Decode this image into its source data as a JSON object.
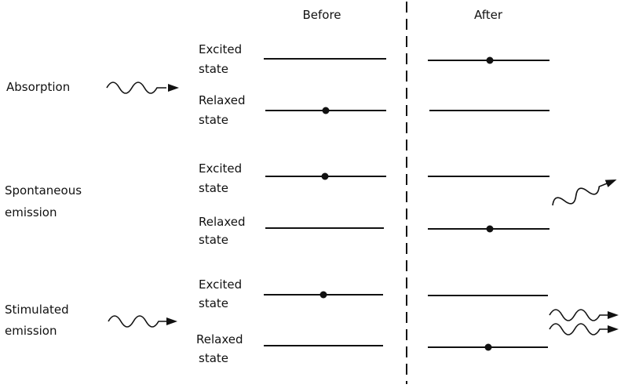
{
  "headers": {
    "before": "Before",
    "after": "After"
  },
  "processes": [
    {
      "name": "Absorption",
      "levels": [
        {
          "label_line1": "Excited",
          "label_line2": "state",
          "before_electron": false,
          "after_electron": true
        },
        {
          "label_line1": "Relaxed",
          "label_line2": "state",
          "before_electron": true,
          "after_electron": false
        }
      ],
      "photons_in": 1,
      "photons_out": 0
    },
    {
      "name_line1": "Spontaneous",
      "name_line2": "emission",
      "levels": [
        {
          "label_line1": "Excited",
          "label_line2": "state",
          "before_electron": true,
          "after_electron": false
        },
        {
          "label_line1": "Relaxed",
          "label_line2": "state",
          "before_electron": false,
          "after_electron": true
        }
      ],
      "photons_in": 0,
      "photons_out": 1
    },
    {
      "name_line1": "Stimulated",
      "name_line2": "emission",
      "levels": [
        {
          "label_line1": "Excited",
          "label_line2": "state",
          "before_electron": true,
          "after_electron": false
        },
        {
          "label_line1": "Relaxed",
          "label_line2": "state",
          "before_electron": false,
          "after_electron": true
        }
      ],
      "photons_in": 1,
      "photons_out": 2
    }
  ]
}
